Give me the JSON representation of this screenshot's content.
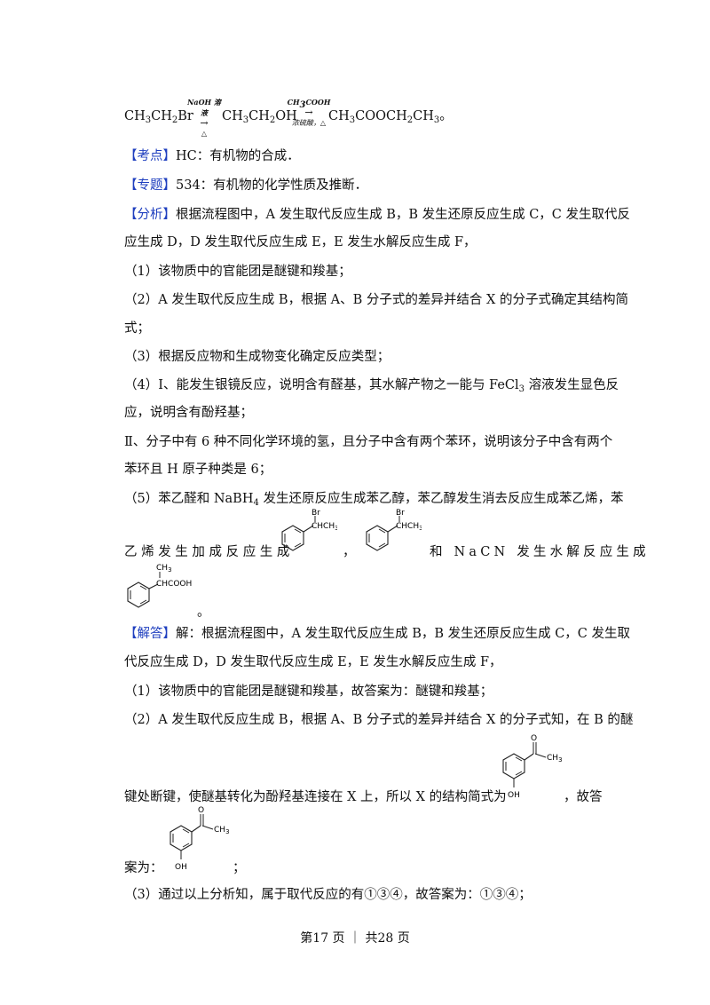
{
  "reaction": {
    "reactant": "CH3CH2Br",
    "arrow1_above": "NaOH 溶液",
    "arrow1_below": "△",
    "product1": "CH3CH2OH",
    "arrow2_above": "CH3COOH",
    "arrow2_below": "浓硫酸，△",
    "product2": "CH3COOCH2CH3。"
  },
  "kaodian": {
    "tag": "【考点】",
    "text": "HC：有机物的合成．"
  },
  "zhuanti": {
    "tag": "【专题】",
    "text": "534：有机物的化学性质及推断．"
  },
  "fenxi": {
    "tag": "【分析】",
    "l1": "根据流程图中，A 发生取代反应生成 B，B 发生还原反应生成 C，C 发生取代反",
    "l2": "应生成 D，D 发生取代反应生成 E，E 发生水解反应生成 F，",
    "p1": "（1）该物质中的官能团是醚键和羧基；",
    "p2a": "（2）A 发生取代反应生成 B，根据 A、B 分子式的差异并结合 X 的分子式确定其结构简",
    "p2b": "式；",
    "p3": "（3）根据反应物和生成物变化确定反应类型；",
    "p4a_pre": "（4）Ⅰ、能发生银镜反应，说明含有醛基，其水解产物之一能与 FeCl",
    "p4a_sub": "3",
    "p4a_post": " 溶液发生显色反",
    "p4b": "应，说明含有酚羟基；",
    "p4c": "Ⅱ、分子中有 6 种不同化学环境的氢，且分子中含有两个苯环，说明该分子中含有两个",
    "p4d": "苯环且 H 原子种类是 6；",
    "p5a_pre": "（5）苯乙醛和 NaBH",
    "p5a_sub": "4",
    "p5a_post": " 发生还原反应生成苯乙醇，苯乙醇发生消去反应生成苯乙烯，苯",
    "p5b_pre": "乙烯发生加成反应生成",
    "p5b_sep": "，",
    "p5b_post": "和 NaCN 发生水解反应生成",
    "p5c_end": "。"
  },
  "jieda": {
    "tag": "【解答】",
    "l1": "解：根据流程图中，A 发生取代反应生成 B，B 发生还原反应生成 C，C 发生取",
    "l2": "代反应生成 D，D 发生取代反应生成 E，E 发生水解反应生成 F，",
    "p1": "（1）该物质中的官能团是醚键和羧基，故答案为：醚键和羧基；",
    "p2a": "（2）A 发生取代反应生成 B，根据 A、B 分子式的差异并结合 X 的分子式知，在 B 的醚",
    "p2b_pre": "键处断键，使醚基转化为酚羟基连接在 X 上，所以 X 的结构简式为",
    "p2b_post": "，故答",
    "p2c_pre": "案为：",
    "p2c_post": "；",
    "p3": "（3）通过以上分析知，属于取代反应的有①③④，故答案为：①③④；"
  },
  "molecules": {
    "bromo_br": "Br",
    "bromo_chch3": "CHCH3",
    "acid_ch3": "CH3",
    "acid_chcooh": "CHCOOH",
    "x_o": "O",
    "x_ch3": "CH3",
    "x_oh": "OH"
  },
  "footer": "第17 页 ｜ 共28 页"
}
